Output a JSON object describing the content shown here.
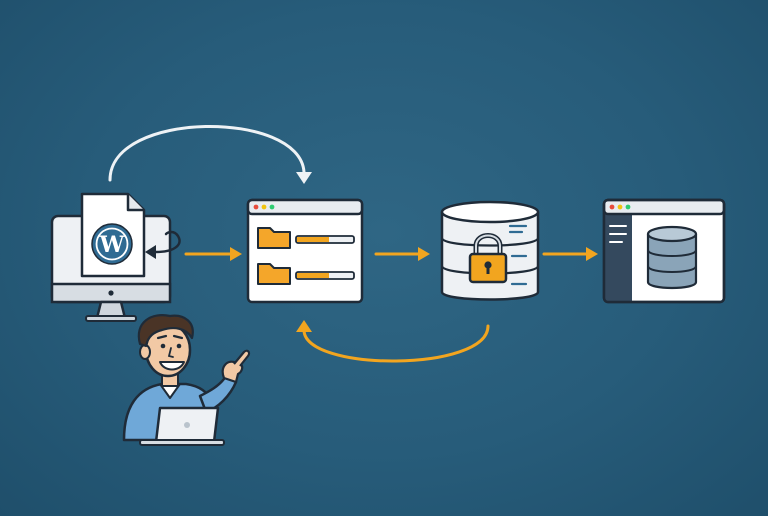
{
  "diagram": {
    "nodes": [
      {
        "id": "wordpress-site",
        "label": "",
        "icon": "monitor-with-wordpress-file-icon"
      },
      {
        "id": "file-manager",
        "label": "",
        "icon": "browser-window-with-folders-icon"
      },
      {
        "id": "secure-database",
        "label": "",
        "icon": "database-with-padlock-icon"
      },
      {
        "id": "database-admin",
        "label": "",
        "icon": "browser-window-with-database-icon"
      }
    ],
    "edges": [
      {
        "from": "wordpress-site",
        "to": "file-manager",
        "style": "curved-white",
        "route": "over-top"
      },
      {
        "from": "wordpress-site",
        "to": "file-manager",
        "style": "straight-orange"
      },
      {
        "from": "file-manager",
        "to": "secure-database",
        "style": "straight-orange"
      },
      {
        "from": "secure-database",
        "to": "database-admin",
        "style": "straight-orange"
      },
      {
        "from": "secure-database",
        "to": "file-manager",
        "style": "curved-orange",
        "route": "under-bottom"
      }
    ],
    "figure": {
      "icon": "developer-with-laptop-pointing-icon"
    },
    "wp_logo_letter": "W"
  },
  "colors": {
    "background": "#275c7a",
    "accent_orange": "#f2a51f",
    "folder_orange": "#f4a62a",
    "outline_dark": "#1f2b38",
    "panel_white": "#f4f6f8",
    "wp_blue": "#2f6b93",
    "sidebar_dark": "#34495e",
    "db_slate": "#8aa4b8",
    "shirt_blue": "#6fa8d8"
  }
}
